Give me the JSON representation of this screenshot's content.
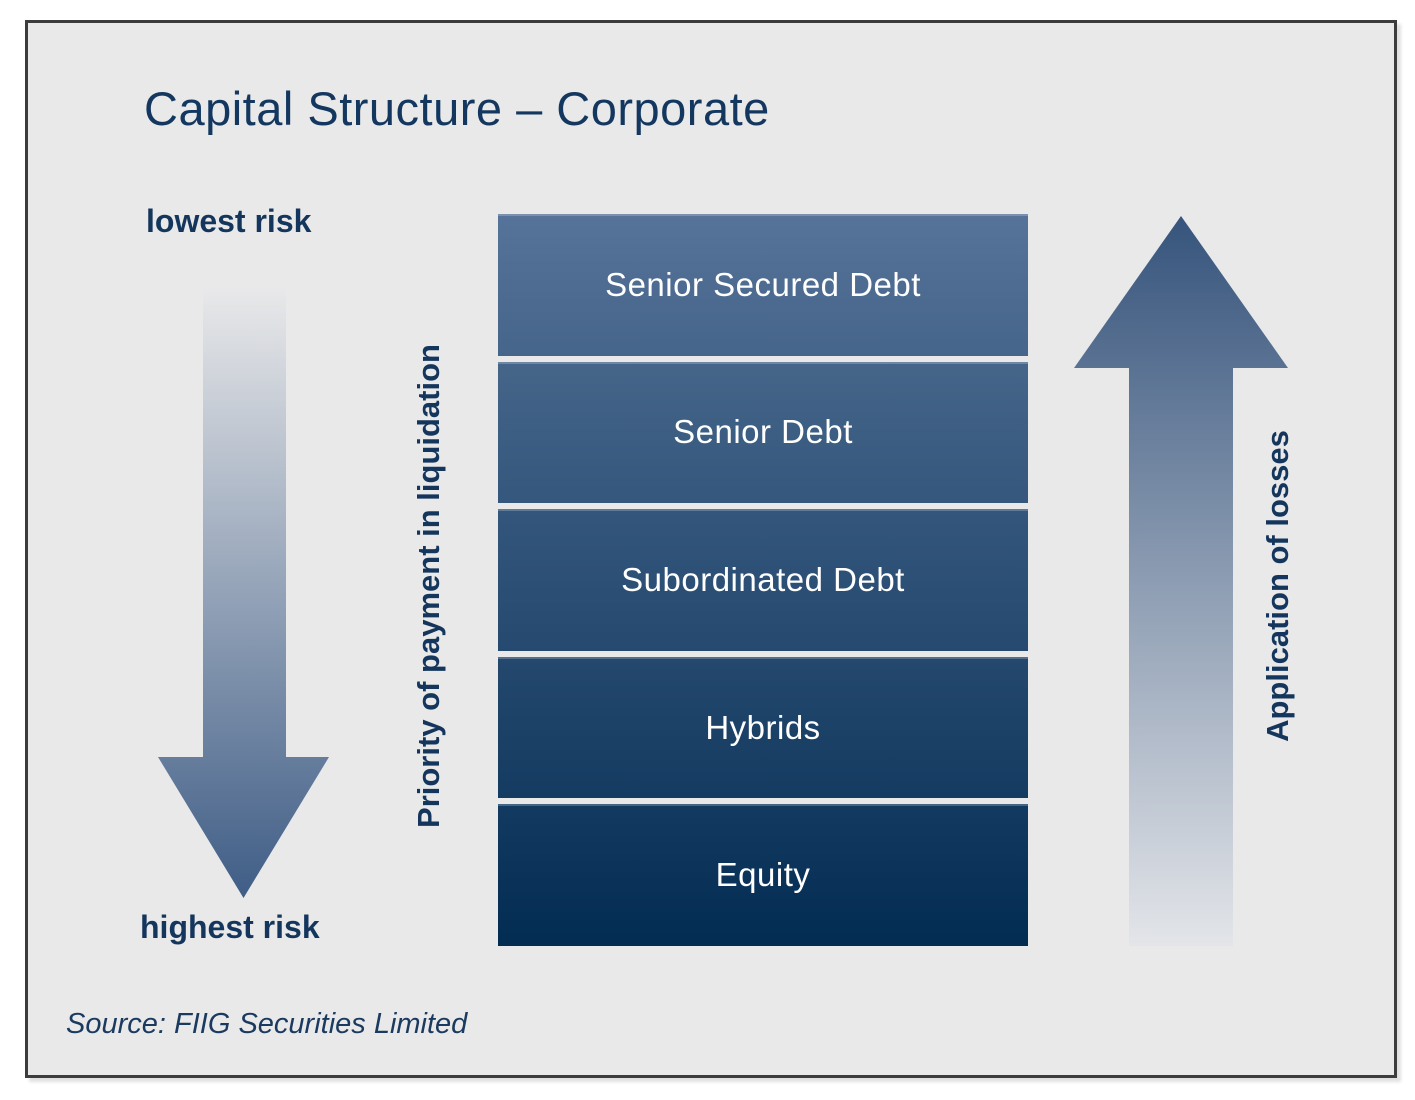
{
  "title": "Capital Structure – Corporate",
  "left_axis": {
    "top_label": "lowest risk",
    "bottom_label": "highest risk",
    "arrow_direction": "down"
  },
  "left_vertical_label": "Priority of payment in liquidation",
  "right_vertical_label": "Application of losses",
  "right_axis": {
    "arrow_direction": "up"
  },
  "layers": [
    {
      "label": "Senior Secured Debt",
      "color_top": "#567399",
      "color_bottom": "#46658b"
    },
    {
      "label": "Senior Debt",
      "color_top": "#456589",
      "color_bottom": "#35577d"
    },
    {
      "label": "Subordinated Debt",
      "color_top": "#34567c",
      "color_bottom": "#25496f"
    },
    {
      "label": "Hybrids",
      "color_top": "#24486e",
      "color_bottom": "#143b61"
    },
    {
      "label": "Equity",
      "color_top": "#133a60",
      "color_bottom": "#032c52"
    }
  ],
  "source": "Source: FIIG Securities Limited",
  "colors": {
    "panel_background": "#e9e9ea",
    "panel_border": "#3c3c3c",
    "title_text": "#13375f",
    "side_label_text": "#15365c",
    "layer_text": "#ffffff",
    "arrow_down_top": "#e9e9ea",
    "arrow_down_bottom": "#3f5d86",
    "arrow_up_top": "#36547c",
    "arrow_up_bottom": "#e3e5e9",
    "source_text": "#1b3a5f"
  }
}
